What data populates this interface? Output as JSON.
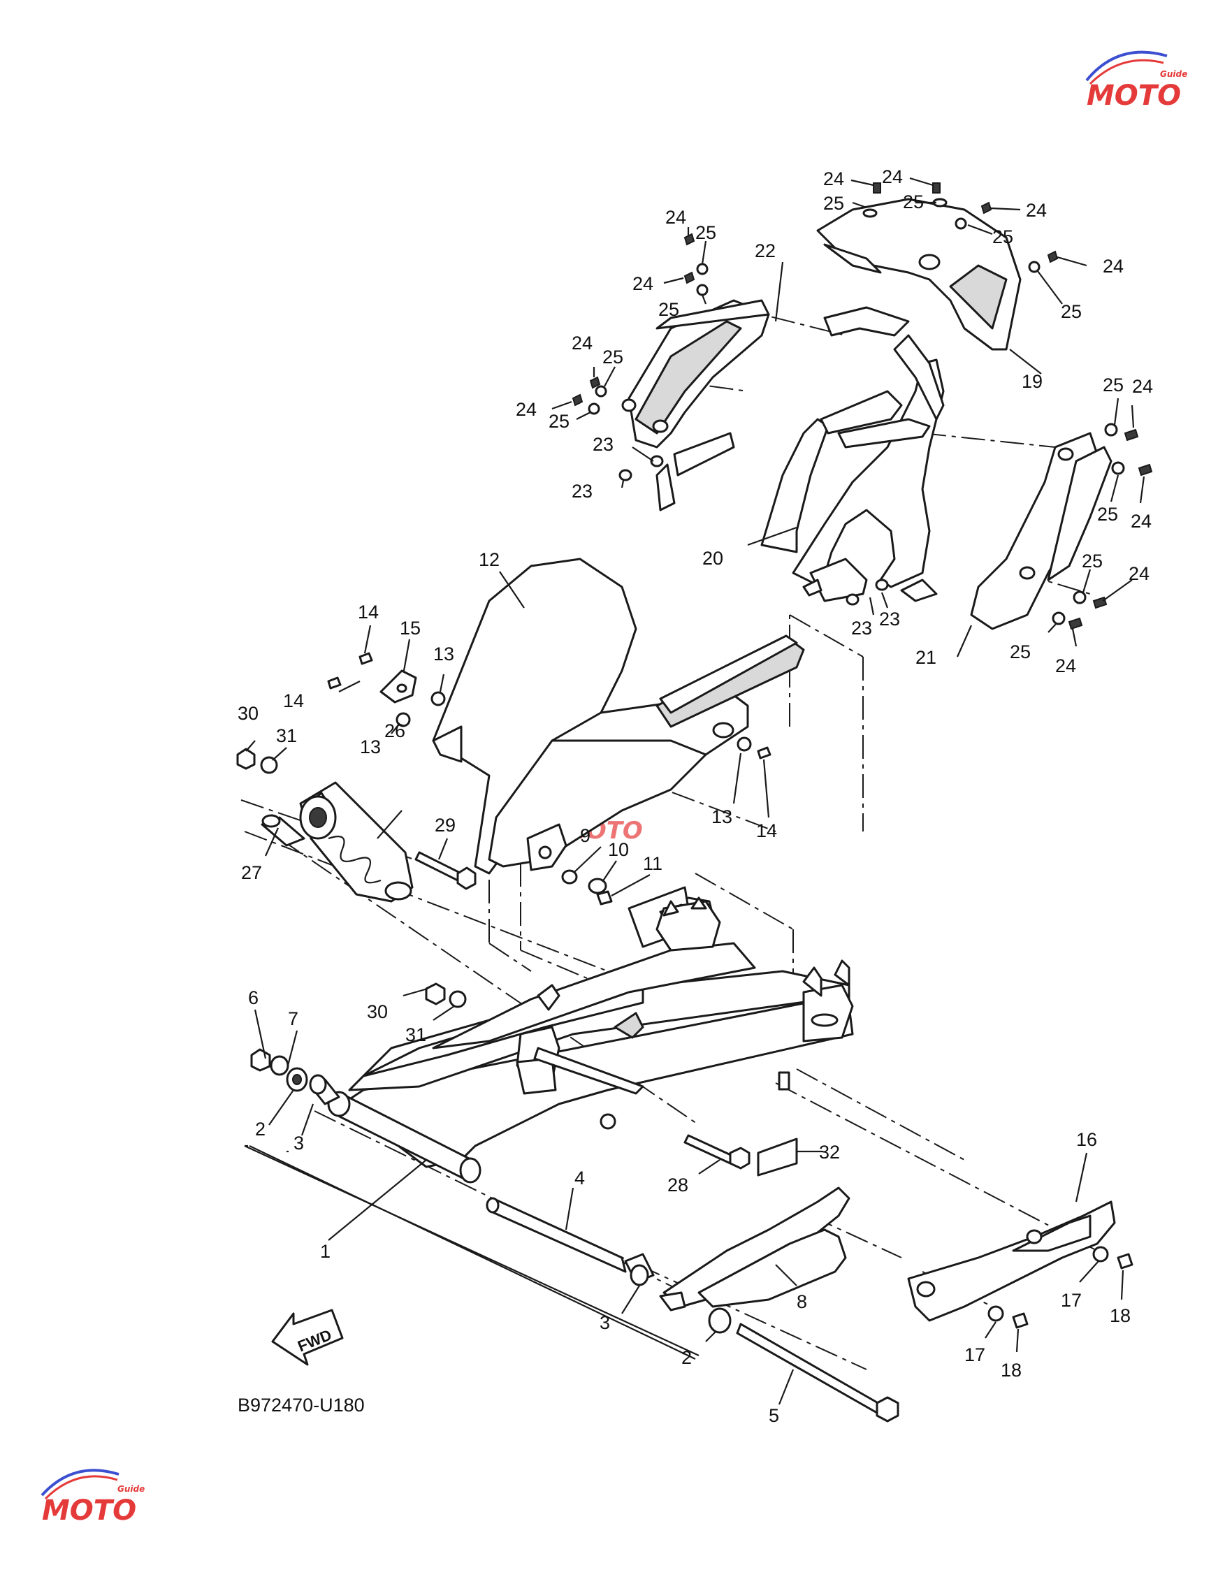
{
  "diagram_code": "B972470-U180",
  "fwd_label": "FWD",
  "watermark": {
    "text": "MOTO",
    "subtext": "Guide",
    "color": "#e53a3a",
    "accent": "#3b4fd0"
  },
  "callouts": [
    "1",
    "2",
    "3",
    "4",
    "5",
    "6",
    "7",
    "8",
    "9",
    "10",
    "11",
    "12",
    "13",
    "14",
    "15",
    "16",
    "17",
    "18",
    "19",
    "20",
    "21",
    "22",
    "23",
    "24",
    "25",
    "26",
    "27",
    "28",
    "29",
    "30",
    "31",
    "32"
  ]
}
